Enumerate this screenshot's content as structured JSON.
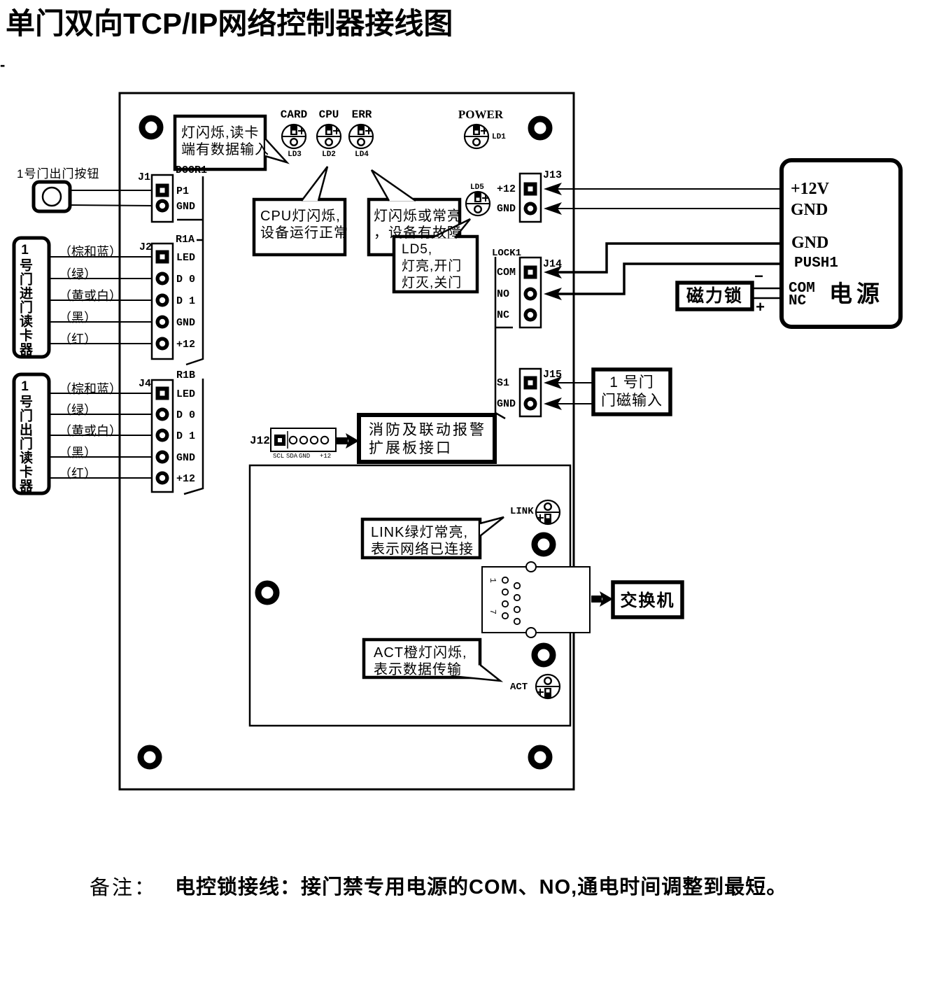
{
  "title": "单门双向TCP/IP网络控制器接线图",
  "stray_dash": "-",
  "leds": {
    "card": {
      "label": "CARD",
      "ref": "LD3"
    },
    "cpu": {
      "label": "CPU",
      "ref": "LD2"
    },
    "err": {
      "label": "ERR",
      "ref": "LD4"
    },
    "power": {
      "label": "POWER",
      "ref": "LD1"
    },
    "ld5": {
      "ref": "LD5"
    },
    "link": {
      "label": "LINK"
    },
    "act": {
      "label": "ACT"
    }
  },
  "callouts": {
    "card_note": "灯闪烁,读卡\n端有数据输入",
    "cpu_note": "CPU灯闪烁,\n设备运行正常",
    "err_note": "灯闪烁或常亮\n，设备有故障",
    "ld5_note": "LD5,\n灯亮,开门\n灯灭,关门",
    "fire_note": "消防及联动报警\n扩展板接口",
    "link_note": "LINK绿灯常亮,\n表示网络已连接",
    "act_note": "ACT橙灯闪烁,\n表示数据传输"
  },
  "left": {
    "exit_button_label": "1号门出门按钮",
    "reader_in_label": "1号门进门读卡器",
    "reader_out_label": "1号门出门读卡器",
    "wire_colors": [
      "（棕和蓝）",
      "（绿）",
      "（黄或白）",
      "（黑）",
      "（红）"
    ]
  },
  "connectors": {
    "j1": {
      "ref": "J1",
      "group": "DOOR1",
      "pins": [
        "P1",
        "GND"
      ]
    },
    "j2": {
      "ref": "J2",
      "group": "R1A",
      "pins": [
        "LED",
        "D 0",
        "D 1",
        "GND",
        "+12"
      ]
    },
    "j4": {
      "ref": "J4",
      "group": "R1B",
      "pins": [
        "LED",
        "D 0",
        "D 1",
        "GND",
        "+12"
      ]
    },
    "j12": {
      "ref": "J12",
      "pins": [
        "SCL",
        "SDA",
        "GND",
        "+12"
      ]
    },
    "j13": {
      "ref": "J13",
      "pins": [
        "+12",
        "GND"
      ]
    },
    "j14": {
      "ref": "J14",
      "group": "LOCK1",
      "pins": [
        "COM",
        "NO",
        "NC"
      ]
    },
    "j15": {
      "ref": "J15",
      "pins": [
        "S1",
        "GND"
      ]
    }
  },
  "rj45": {
    "pin1": "1",
    "pin7": "7"
  },
  "right": {
    "power_box": {
      "title": "电源",
      "terminals": [
        "+12V",
        "GND",
        "GND",
        "PUSH1",
        "COM",
        "NC"
      ]
    },
    "maglock_label": "磁力锁",
    "minus": "−",
    "plus": "+",
    "door_sensor_label": "1 号门\n门磁输入",
    "switch_label": "交换机"
  },
  "note": {
    "prefix": "备注：",
    "text": "电控锁接线：接门禁专用电源的COM、NO,通电时间调整到最短。"
  }
}
